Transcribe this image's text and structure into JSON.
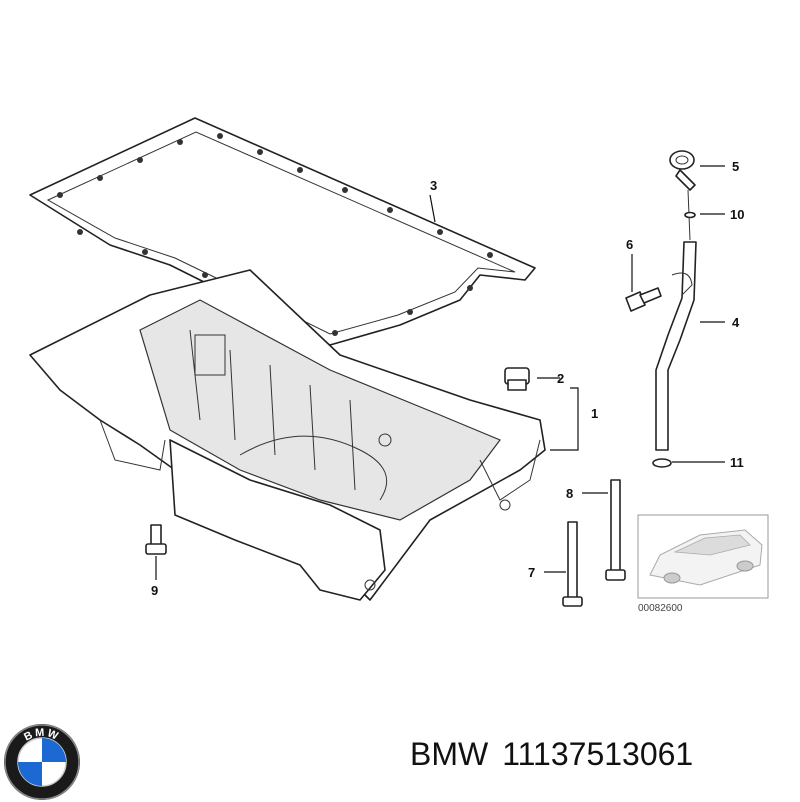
{
  "callouts": {
    "c1": "1",
    "c2": "2",
    "c3": "3",
    "c4": "4",
    "c5": "5",
    "c6": "6",
    "c7": "7",
    "c8": "8",
    "c9": "9",
    "c10": "10",
    "c11": "11"
  },
  "inset": {
    "code": "00082600"
  },
  "footer": {
    "brand": "BMW",
    "part_number": "11137513061"
  },
  "logo": {
    "letters": "BMW",
    "colors": {
      "blue": "#1c69d4",
      "ring": "#111111"
    }
  }
}
